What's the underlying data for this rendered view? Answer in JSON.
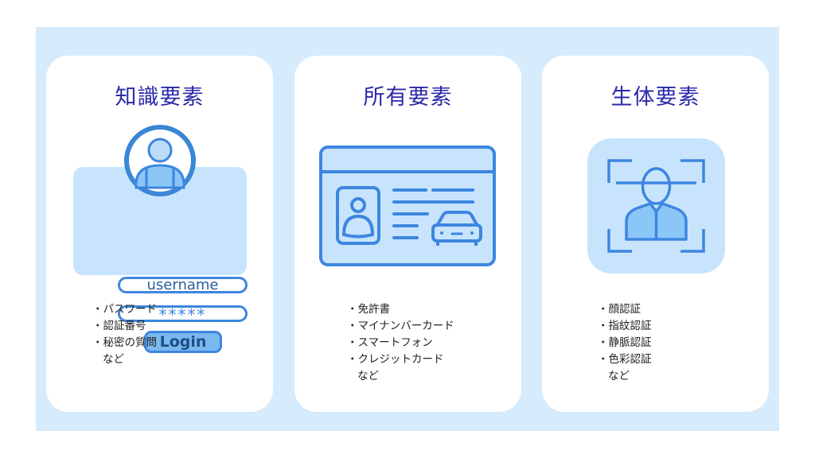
{
  "colors": {
    "panel_bg": "#d6ebfc",
    "card_bg": "#ffffff",
    "title": "#2b2aa8",
    "icon_stroke": "#3d86e0",
    "icon_fill_light": "#c8e4fc",
    "icon_fill_mid": "#8cc6f7",
    "bullet_text": "#222222"
  },
  "cards": [
    {
      "title": "知識要素",
      "illustration": "login-form-icon",
      "login": {
        "username_placeholder": "username",
        "password_mask": "*****",
        "button_label": "Login"
      },
      "items": [
        "パスワード",
        "認証番号",
        "秘密の質問"
      ],
      "etc": "など"
    },
    {
      "title": "所有要素",
      "illustration": "id-card-driver-license-icon",
      "items": [
        "免許書",
        "マイナンバーカード",
        "スマートフォン",
        "クレジットカード"
      ],
      "etc": "など"
    },
    {
      "title": "生体要素",
      "illustration": "face-scan-icon",
      "items": [
        "顔認証",
        "指紋認証",
        "静脈認証",
        "色彩認証"
      ],
      "etc": "など"
    }
  ]
}
